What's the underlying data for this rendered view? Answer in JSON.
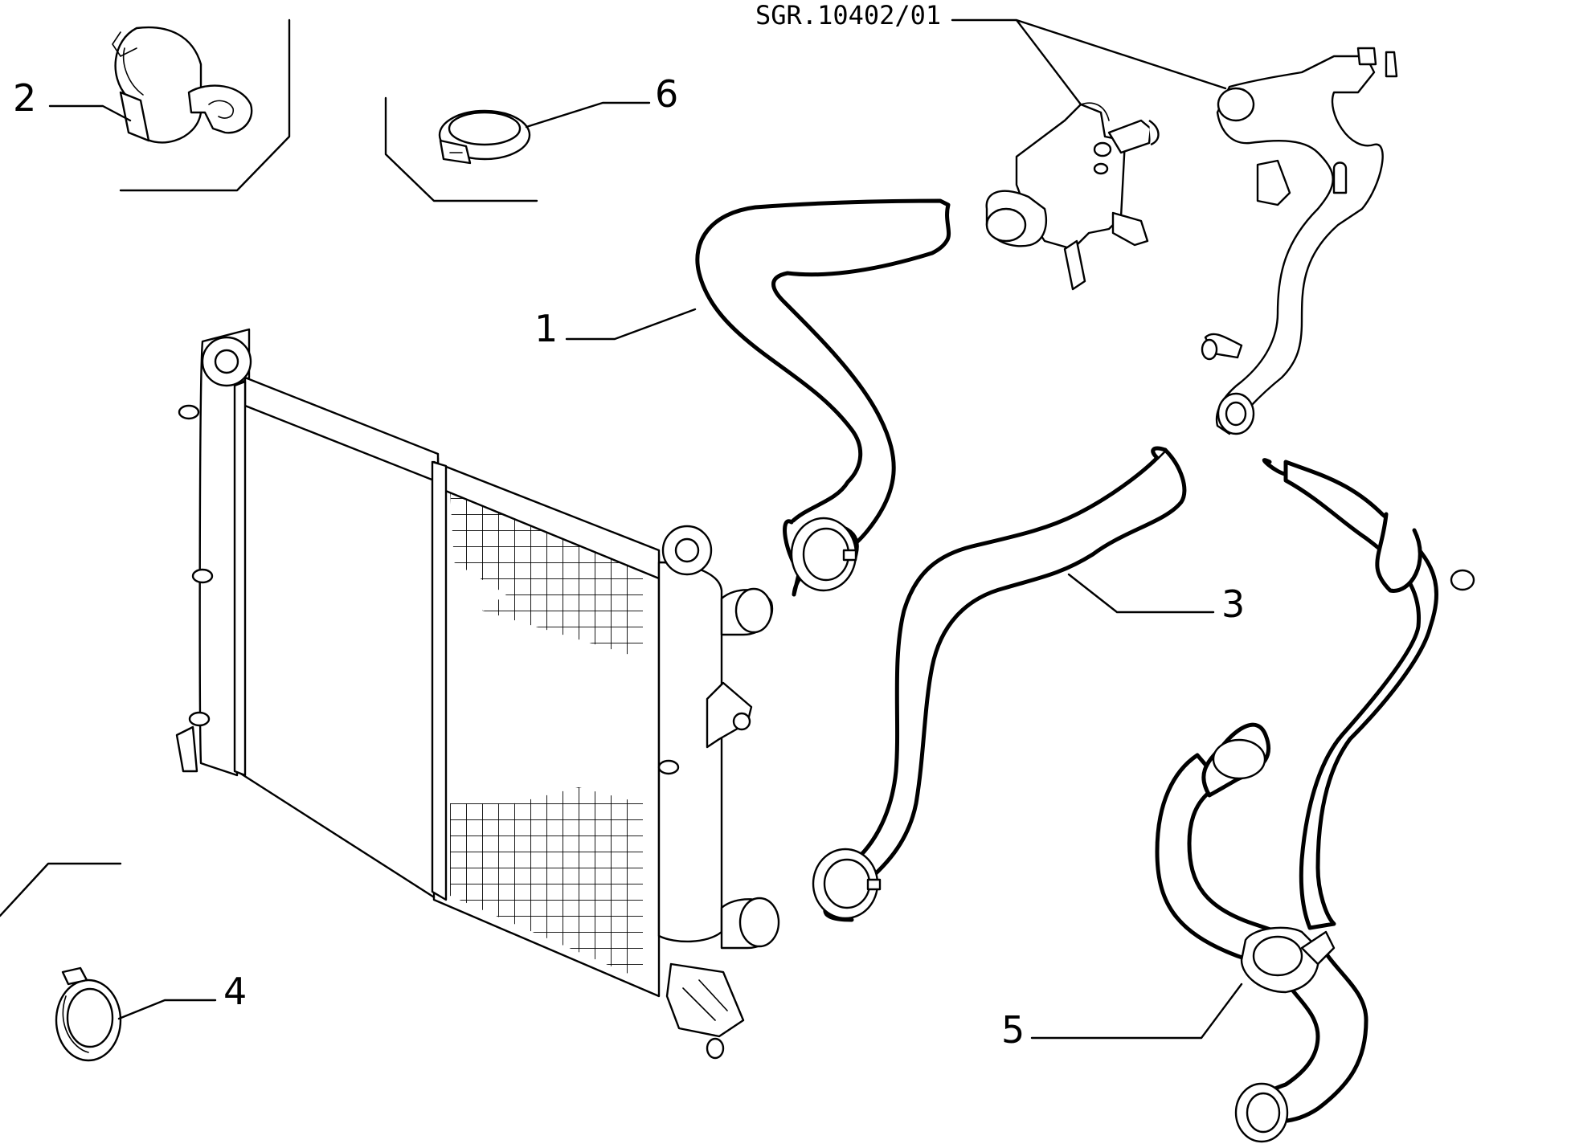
{
  "diagram": {
    "reference_code": "SGR.10402/01",
    "callouts": [
      {
        "id": "1",
        "label": "1"
      },
      {
        "id": "2",
        "label": "2"
      },
      {
        "id": "3",
        "label": "3"
      },
      {
        "id": "4",
        "label": "4"
      },
      {
        "id": "5",
        "label": "5"
      },
      {
        "id": "6",
        "label": "6"
      }
    ]
  }
}
